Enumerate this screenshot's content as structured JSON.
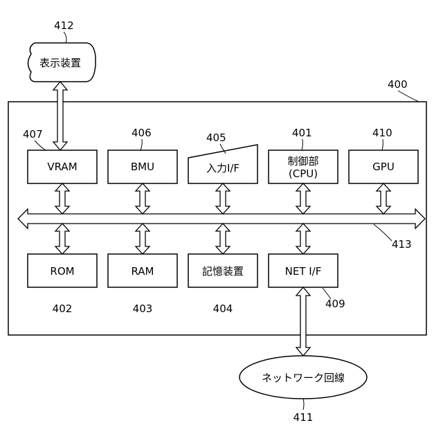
{
  "refs": {
    "system": "400",
    "cpu": "401",
    "rom": "402",
    "ram": "403",
    "storage": "404",
    "input_if": "405",
    "bmu": "406",
    "vram": "407",
    "net_if": "409",
    "gpu": "410",
    "network": "411",
    "display": "412",
    "bus": "413"
  },
  "labels": {
    "display": "表示装置",
    "vram": "VRAM",
    "bmu": "BMU",
    "input_if": "入力I/F",
    "cpu_line1": "制御部",
    "cpu_line2": "(CPU)",
    "gpu": "GPU",
    "rom": "ROM",
    "ram": "RAM",
    "storage": "記憶装置",
    "net_if": "NET I/F",
    "network": "ネットワーク回線"
  }
}
